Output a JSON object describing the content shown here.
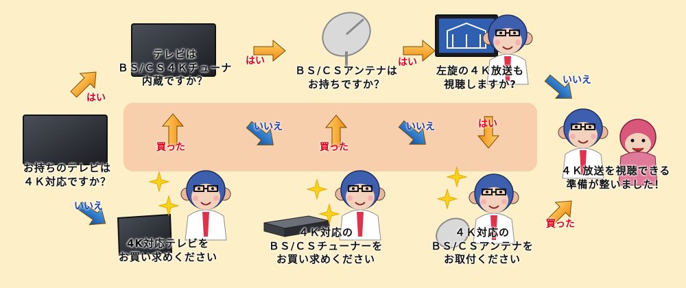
{
  "nodes": {
    "q_tv4k": "お持ちのテレビは\n４Ｋ対応ですか？",
    "q_tuner": "テレビは\nＢＳ/ＣＳ４Ｋチューナ\n内蔵ですか？",
    "q_antenna": "ＢＳ/ＣＳアンテナは\nお持ちですか？",
    "q_lefthand": "左旋の４Ｋ放送も\n視聴しますか?",
    "a_buy_tv": "4K対応テレビを\nお買い求めください",
    "a_buy_tuner": "４Ｋ対応の\nＢＳ/ＣＳチューナーを\nお買い求めください",
    "a_install_antenna": "４Ｋ対応の\nＢＳ/ＣＳアンテナを\nお取付ください",
    "result": "４Ｋ放送を視聴できる\n準備が整いました！"
  },
  "labels": {
    "yes_1": "はい",
    "no_1": "いいえ",
    "yes_2": "はい",
    "yes_3": "はい",
    "bought_1": "買った",
    "no_2": "いいえ",
    "bought_2": "買った",
    "no_3": "いいえ",
    "yes_4": "はい",
    "no_4": "いいえ",
    "bought_3": "買った"
  },
  "colors": {
    "background": "#fdf0c8",
    "band": "#f6c9a8",
    "arrow_orange": "#f7a21b",
    "arrow_blue": "#1f6fc4",
    "yes_text": "#e0001a",
    "no_text": "#1a3fb0"
  },
  "icons": [
    "tv-icon",
    "satellite-dish-icon",
    "monkey-mascot-icon",
    "set-top-box-icon",
    "sparkle-icon"
  ]
}
